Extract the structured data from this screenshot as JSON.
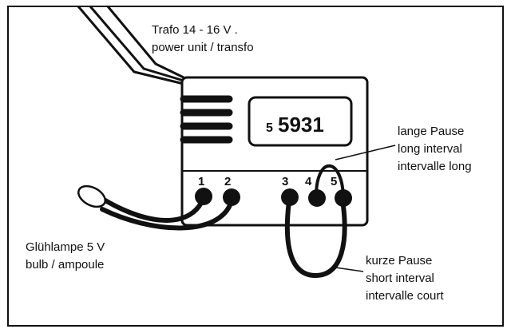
{
  "transformer": {
    "line1": "Trafo 14 - 16 V .",
    "line2": "power unit / transfo"
  },
  "display": {
    "prefix": "5",
    "number": "5931"
  },
  "terminals": [
    "1",
    "2",
    "3",
    "4",
    "5"
  ],
  "long_pause": {
    "line1": "lange Pause",
    "line2": "long interval",
    "line3": "intervalle long"
  },
  "bulb": {
    "line1": "Glühlampe 5 V",
    "line2": "bulb / ampoule"
  },
  "short_pause": {
    "line1": "kurze Pause",
    "line2": "short interval",
    "line3": "intervalle court"
  }
}
